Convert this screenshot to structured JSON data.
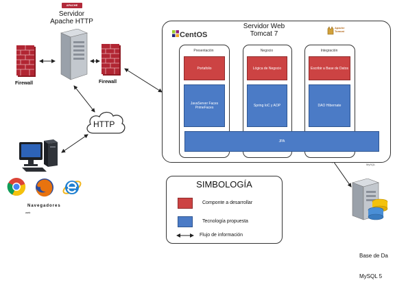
{
  "apache": {
    "logo_text": "APACHE",
    "title_line1": "Servidor",
    "title_line2": "Apache HTTP"
  },
  "firewall": {
    "left_label": "Firewall",
    "right_label": "Firewall"
  },
  "http_cloud": {
    "label": "HTTP"
  },
  "browsers": {
    "label": "Navegadores",
    "sublabel": "web"
  },
  "tomcat": {
    "title_line1": "Servidor Web",
    "title_line2": "Tomcat 7",
    "os_logo": "CentOS",
    "tomcat_logo": "Apache Tomcat"
  },
  "layers": [
    {
      "title": "Presentación",
      "component": "Portafolio",
      "technology": "JavaServer Faces\nPrimeFaces"
    },
    {
      "title": "Negocio",
      "component": "Lógica de Negocio",
      "technology": "Spring IoC y AOP"
    },
    {
      "title": "Integración",
      "component": "Escribir a Base de Datos",
      "technology": "DAO Hibernate"
    }
  ],
  "jpa_bar": {
    "label": "JPA"
  },
  "legend": {
    "title": "SIMBOLOGÍA",
    "items": [
      {
        "label": "Componte a desarrollar",
        "color": "#cc4343"
      },
      {
        "label": "Tecnología propuesta",
        "color": "#4b7bc6"
      },
      {
        "label": "Flujo de información"
      }
    ]
  },
  "database": {
    "logo": "MySQL",
    "label_line1": "Base de Da",
    "label_line2": "MySQL 5"
  },
  "colors": {
    "component_red": "#cc4343",
    "technology_blue": "#4b7bc6",
    "firewall_brick": "#a8202c"
  }
}
